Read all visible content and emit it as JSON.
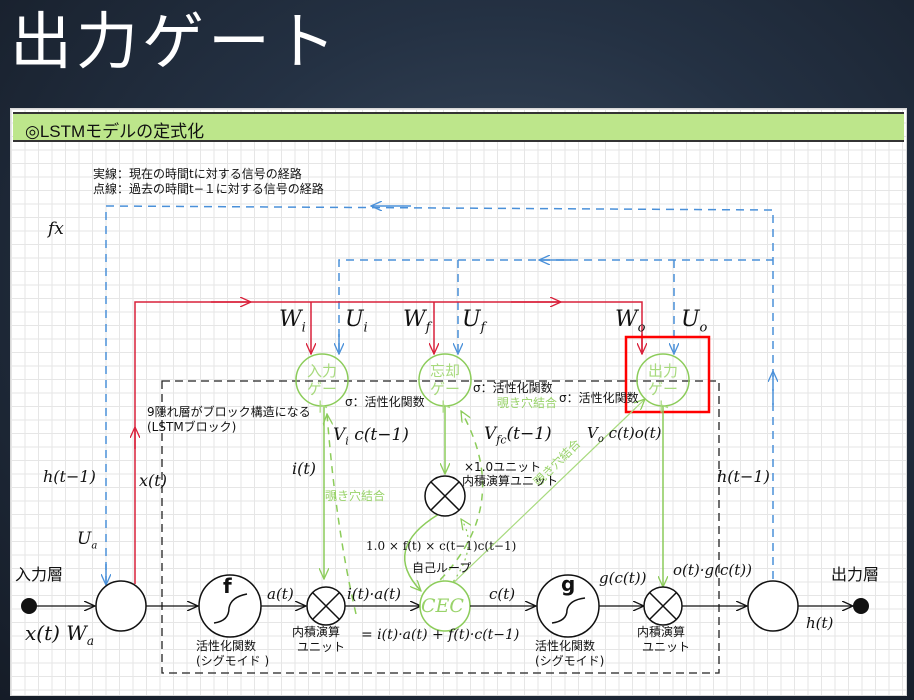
{
  "slide": {
    "title": "出力ゲート"
  },
  "panel": {
    "header": "◎LSTMモデルの定式化",
    "legend": {
      "solid": "実線：現在の時間tに対する信号の経路",
      "dashed": "点線：過去の時間t−１に対する信号の経路"
    },
    "labels": {
      "fx": "fx",
      "hidden_layer_note_1": "9隠れ層がブロック構造になる",
      "hidden_layer_note_2": "(LSTMブロック)",
      "input_layer": "入力層",
      "output_layer": "出力層",
      "xt_wa": "x(t) W",
      "wa_sub": "a",
      "ua": "U",
      "ua_sub": "a",
      "h_t_minus_1_left": "h(t−1)",
      "x_t": "x(t)",
      "h_t_minus_1_right": "h(t−1)",
      "i_t": "i(t)",
      "a_t": "a(t)",
      "i_t_a_t": "i(t)·a(t)",
      "c_t": "c(t)",
      "g_c_t": "g(c(t))",
      "o_t_g_c_t": "o(t)·g(c(t))",
      "h_t": "h(t)",
      "cec_eq": "= i(t)·a(t) + f(t)·c(t−1)",
      "self_loop_eq": "1.0 × f(t) × c(t−1)c(t−1)",
      "self_loop": "自己ループ",
      "unit_x10": "×1.0ユニット",
      "inner_product_unit_mid": "内積演算ユニット",
      "vi": "V",
      "vi_sub": "i",
      "vi_rest": " c(t−1)",
      "vf": "V",
      "vf_sub": "fc",
      "vf_rest": "(t−1)",
      "vo": "V",
      "vo_sub": "o",
      "vo_rest": " c(t)o(t)",
      "sigma_1": "σ：活性化関数",
      "sigma_2": "σ：活性化関数",
      "sigma_3": "σ：活性化関数",
      "peephole_1": "覗き穴結合",
      "peephole_2": "覗き穴結合",
      "peephole_3": "覗き穴結合",
      "act_f_1": "活性化関数",
      "act_f_2": "(シグモイド )",
      "act_g_1": "活性化関数",
      "act_g_2": "(シグモイド)",
      "inner_1a": "内積演算",
      "inner_1b": "ユニット",
      "inner_2a": "内積演算",
      "inner_2b": "ユニット",
      "f_node": "f",
      "g_node": "g",
      "cec": "CEC"
    },
    "weights": {
      "wi": "W",
      "wi_sub": "i",
      "ui": "U",
      "ui_sub": "i",
      "wf": "W",
      "wf_sub": "f",
      "uf": "U",
      "uf_sub": "f",
      "wo": "W",
      "wo_sub": "o",
      "uo": "U",
      "uo_sub": "o"
    },
    "gates": {
      "input": [
        "入力",
        "ゲート"
      ],
      "forget": [
        "忘却",
        "ゲート"
      ],
      "output": [
        "出力",
        "ゲート"
      ]
    },
    "colors": {
      "red": "#d9203a",
      "blue": "#4a90d9",
      "green": "#8ccc5a",
      "highlight": "#ff0000",
      "header_bg": "#bde68b"
    }
  }
}
